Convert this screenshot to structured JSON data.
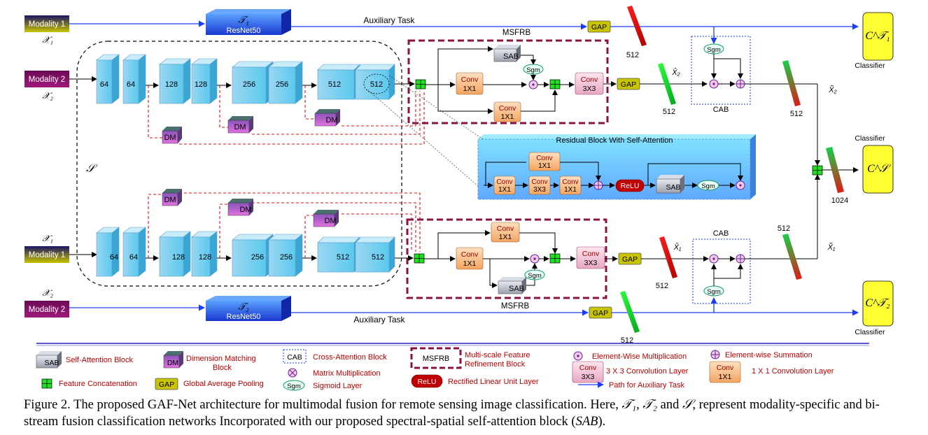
{
  "inputs": {
    "mod1_top": "Modality 1",
    "mod2_top": "Modality 2",
    "mod1_bottom": "Modality 1",
    "mod2_bottom": "Modality 2",
    "x1": "𝒳₁",
    "x2": "𝒳₂"
  },
  "resnet": {
    "t1": "𝒯₁",
    "t2": "𝒯₂",
    "label": "ResNet50"
  },
  "aux_task": "Auxiliary Task",
  "msfrb_title": "MSFRB",
  "gap": "GAP",
  "dim_512": "512",
  "dim_1024": "1024",
  "cab": "CAB",
  "sgm": "Sgm",
  "sab": "SAB",
  "dm": "DM",
  "relu": "ReLU",
  "conv": "Conv",
  "k1": "1X1",
  "k3": "3X3",
  "xhat2": "X̂₂",
  "xhat1": "X̂₁",
  "xtilde2": "X̃₂",
  "xtilde1": "X̃₁",
  "shared_s": "𝒮",
  "blocks": [
    "64",
    "64",
    "128",
    "128",
    "256",
    "256",
    "512",
    "512"
  ],
  "residual_title": "Residual Block With Self-Attention",
  "classifier": "Classifier",
  "clf_t1": "C^𝒯₁",
  "clf_s": "C^𝒮",
  "clf_t2": "C^𝒯₂",
  "legend": {
    "sab": "Self-Attention Block",
    "dm_1": "Dimension Matching",
    "dm_2": "Block",
    "cab": "Cross-Attention Block",
    "msfrb_1": "Multi-scale Feature",
    "msfrb_2": "Refinement Block",
    "ewm": "Element-Wise Multiplication",
    "ews": "Element-wise Summation",
    "matmul": "Matrix Multiplication",
    "conv33": "3 X 3 Convolution Layer",
    "conv11": "1 X 1 Convolution Layer",
    "concat": "Feature Concatenation",
    "gap": "Global Average Pooling",
    "sgm": "Sigmoid Layer",
    "relu": "Rectified Linear Unit Layer",
    "aux": "Path for Auxiliary Task",
    "msfrb_tag": "MSFRB"
  },
  "caption": {
    "a": "Figure 2. The proposed GAF-Net architecture for multimodal fusion for remote sensing image classification. Here, ",
    "b": "𝒯₁, 𝒯₂",
    "c": " and ",
    "d": "𝒮",
    "e": ", represent modality-specific and bi-stream fusion classification networks Incorporated with our proposed spectral-spatial self-attention block (",
    "f": "SAB",
    "g": ")."
  }
}
